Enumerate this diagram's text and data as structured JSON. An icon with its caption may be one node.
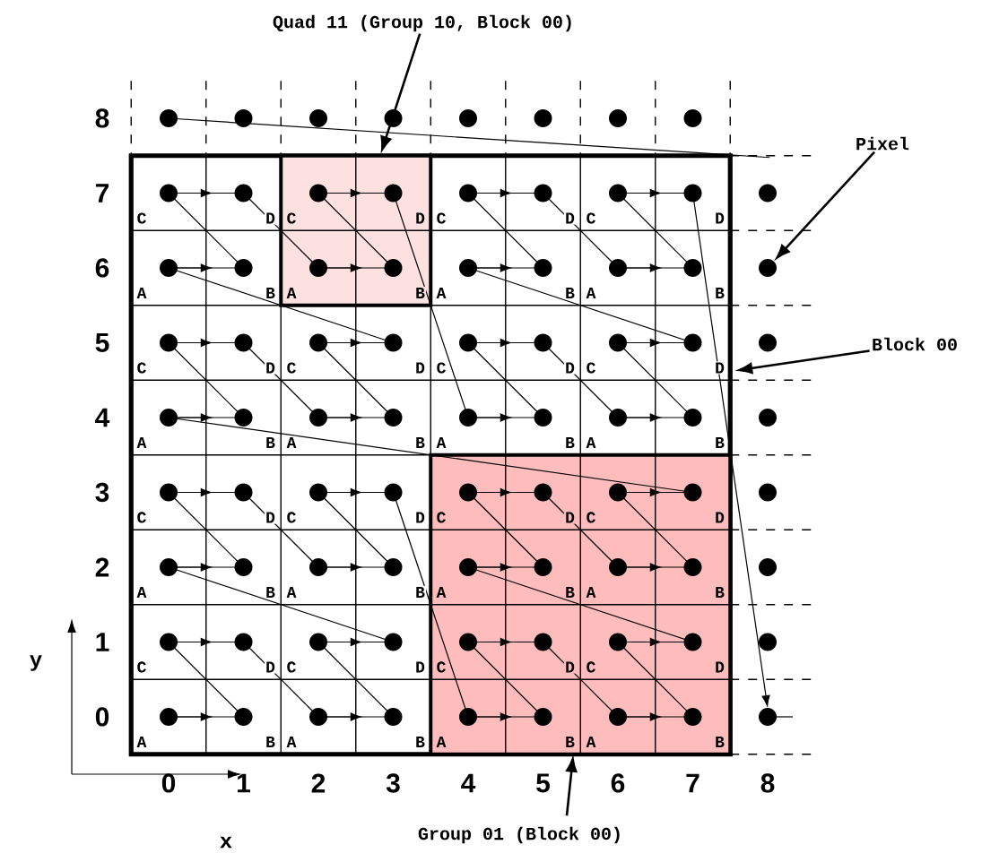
{
  "diagram": {
    "nodes": [
      {
        "text": [
          "Quad 11 (Group 10, Block 00)"
        ]
      },
      {
        "text": [],
        "shape": "box"
      },
      {
        "text": [],
        "shape": "box",
        "in": 1
      },
      {
        "text": [
          "Pixel"
        ]
      },
      {
        "text": [],
        "shape": "circle"
      },
      {
        "text": [
          "Block 00"
        ]
      },
      {
        "text": [],
        "shape": "box",
        "in": 1
      },
      {
        "text": [
          "Group 01 (Block 00)"
        ]
      }
    ],
    "edges": [
      {
        "from": 0,
        "to": 2,
        "arrow": "to"
      },
      {
        "from": 3,
        "to": 4,
        "arrow": "to"
      },
      {
        "from": 5,
        "to": 1,
        "arrow": "to"
      },
      {
        "from": 7,
        "to": 6,
        "arrow": "to"
      }
    ],
    "labels": [
      "8",
      "7",
      "6",
      "5",
      "4",
      "3",
      "2",
      "1",
      "0",
      "C",
      "D",
      "C",
      "D",
      "C",
      "D",
      "C",
      "D",
      "A",
      "B",
      "A",
      "B",
      "A",
      "B",
      "A",
      "B",
      "C",
      "D",
      "C",
      "D",
      "C",
      "D",
      "C",
      "D",
      "A",
      "B",
      "A",
      "B",
      "A",
      "B",
      "A",
      "B",
      "C",
      "D",
      "C",
      "D",
      "C",
      "D",
      "C",
      "D",
      "A",
      "B",
      "A",
      "B",
      "A",
      "B",
      "A",
      "B",
      "C",
      "D",
      "C",
      "D",
      "C",
      "D",
      "C",
      "D",
      "A",
      "B",
      "A",
      "B",
      "A",
      "B",
      "A",
      "B",
      "0",
      "1",
      "2",
      "3",
      "4",
      "5",
      "6",
      "7",
      "8",
      "y",
      "x"
    ]
  }
}
